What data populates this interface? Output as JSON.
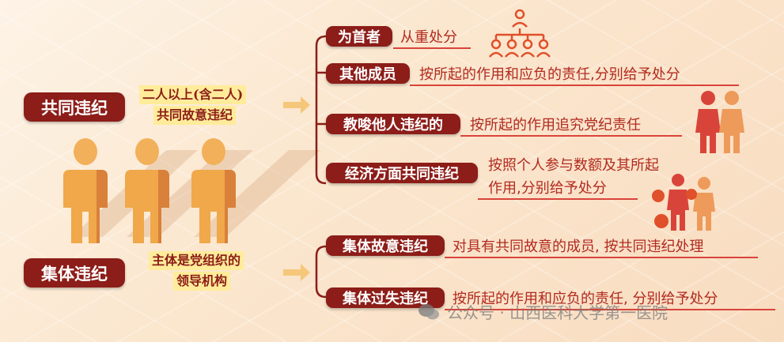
{
  "left": {
    "joint": {
      "label": "共同违纪",
      "tag_line1": "二人以上(含二人)",
      "tag_line2": "共同故意违纪"
    },
    "collective": {
      "label": "集体违纪",
      "tag_line1": "主体是党组织的",
      "tag_line2": "领导机构"
    }
  },
  "joint_items": [
    {
      "label": "为首者",
      "desc": "从重处分"
    },
    {
      "label": "其他成员",
      "desc": "按所起的作用和应负的责任,分别给予处分"
    },
    {
      "label": "教唆他人违纪的",
      "desc": "按所起的作用追究党纪责任"
    },
    {
      "label": "经济方面共同违纪",
      "desc_line1": "按照个人参与数额及其所起",
      "desc_line2": "作用,分别给予处分"
    }
  ],
  "collective_items": [
    {
      "label": "集体故意违纪",
      "desc": "对具有共同故意的成员, 按共同违纪处理"
    },
    {
      "label": "集体过失违纪",
      "desc": "按所起的作用和应负的责任, 分别给予处分"
    }
  ],
  "watermark": "公众号 · 山西医科大学第一医院",
  "icons": [
    "hierarchy-icon",
    "whisper-people-icon",
    "money-exchange-icon",
    "person-figure-icon",
    "wechat-icon",
    "arrow-icon"
  ],
  "colors": {
    "dark_red": "#8c1d18",
    "accent_red": "#d9443a",
    "text_red": "#b22a1f",
    "tag_yellow": "#ffec9a",
    "figure_orange": "#f0a84a",
    "icon_orange": "#e0502a"
  }
}
